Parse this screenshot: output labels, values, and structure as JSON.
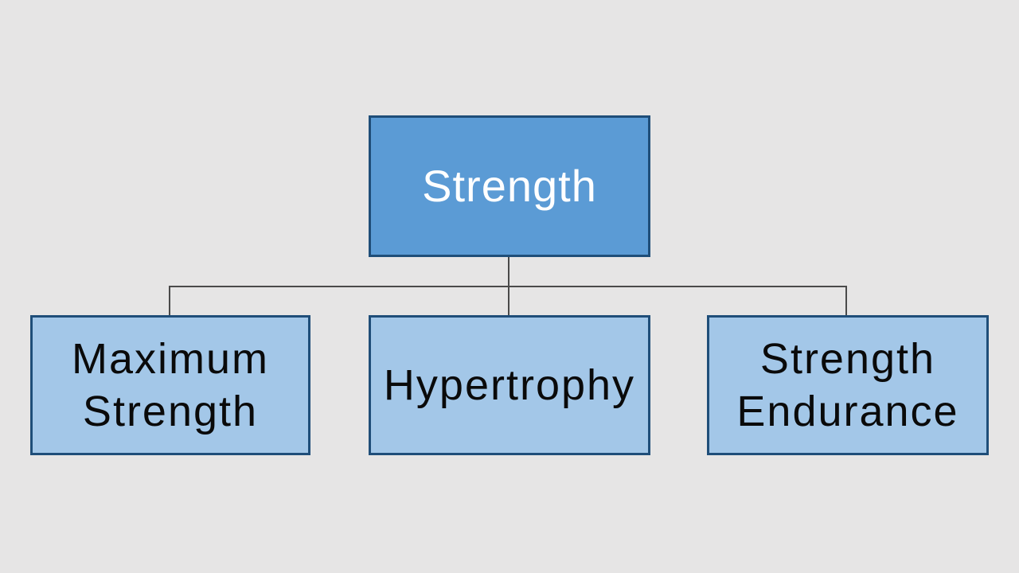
{
  "colors": {
    "background": "#E6E5E5",
    "root-fill": "#5B9BD5",
    "root-border": "#1F4E79",
    "root-text": "#FFFFFF",
    "child-fill": "#A3C7E8",
    "child-border": "#1F4E79",
    "child-text": "#0A0A0A",
    "connector": "#4A4A4A"
  },
  "diagram": {
    "type": "hierarchy",
    "root": {
      "label": "Strength"
    },
    "children": [
      {
        "id": "maximum-strength",
        "lines": [
          "Maximum",
          "Strength"
        ]
      },
      {
        "id": "hypertrophy",
        "lines": [
          "Hypertrophy",
          null
        ]
      },
      {
        "id": "strength-endurance",
        "lines": [
          "Strength",
          "Endurance"
        ]
      }
    ]
  }
}
